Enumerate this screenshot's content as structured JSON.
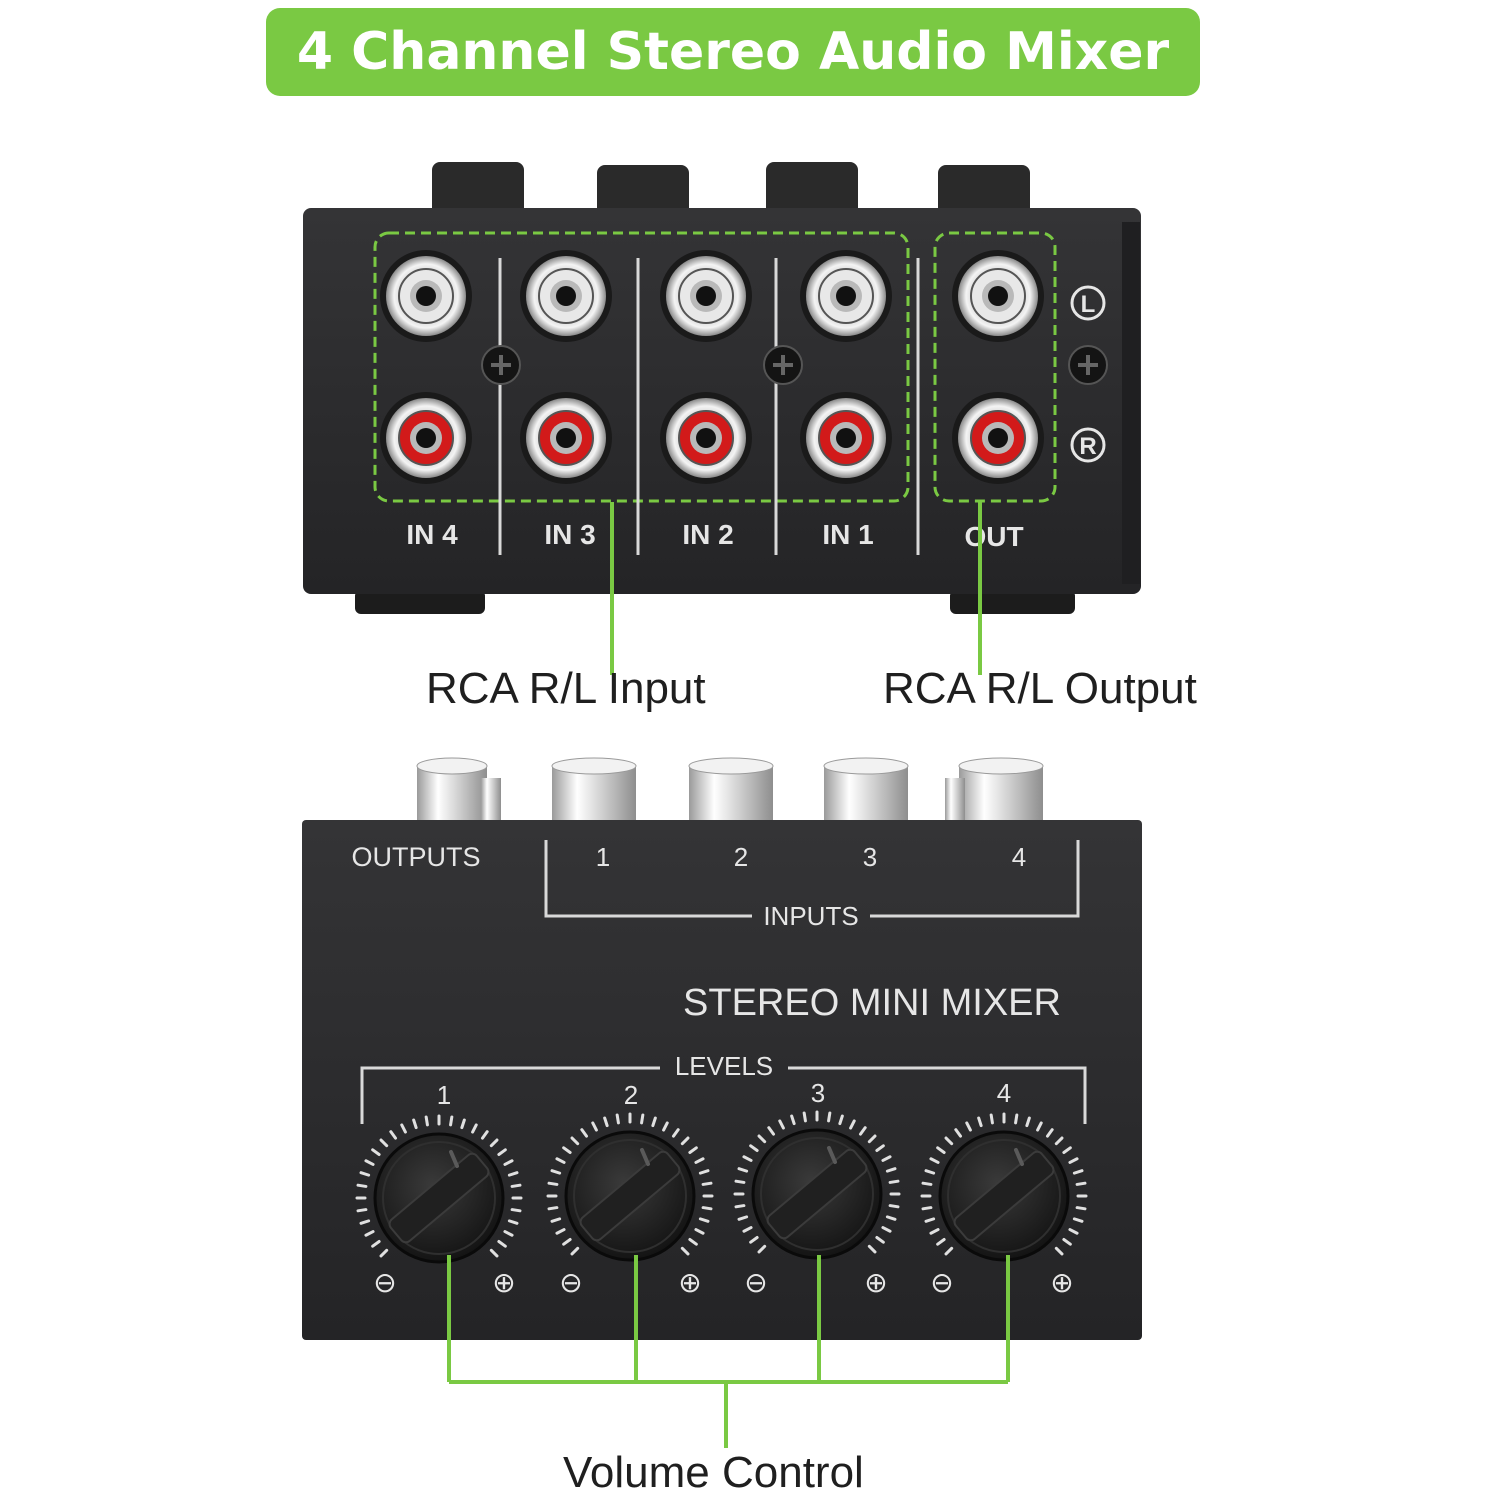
{
  "banner": {
    "title": "4 Channel Stereo Audio Mixer",
    "color": "#7ac943"
  },
  "rear_panel": {
    "inputs": [
      "IN 4",
      "IN 3",
      "IN 2",
      "IN 1"
    ],
    "output": "OUT",
    "channel_left": "L",
    "channel_right": "R",
    "jack_colors": {
      "left": "#e8e8e8",
      "right": "#d21a1a"
    }
  },
  "front_panel": {
    "outputs_label": "OUTPUTS",
    "input_numbers": [
      "1",
      "2",
      "3",
      "4"
    ],
    "inputs_label": "INPUTS",
    "product_name": "STEREO MINI MIXER",
    "levels_label": "LEVELS",
    "level_numbers": [
      "1",
      "2",
      "3",
      "4"
    ],
    "minus_symbol": "⊖",
    "plus_symbol": "⊕"
  },
  "callouts": {
    "input": "RCA R/L Input",
    "output": "RCA R/L Output",
    "volume": "Volume Control"
  },
  "colors": {
    "panel": "#2b2b2d",
    "accent": "#7ac943"
  }
}
